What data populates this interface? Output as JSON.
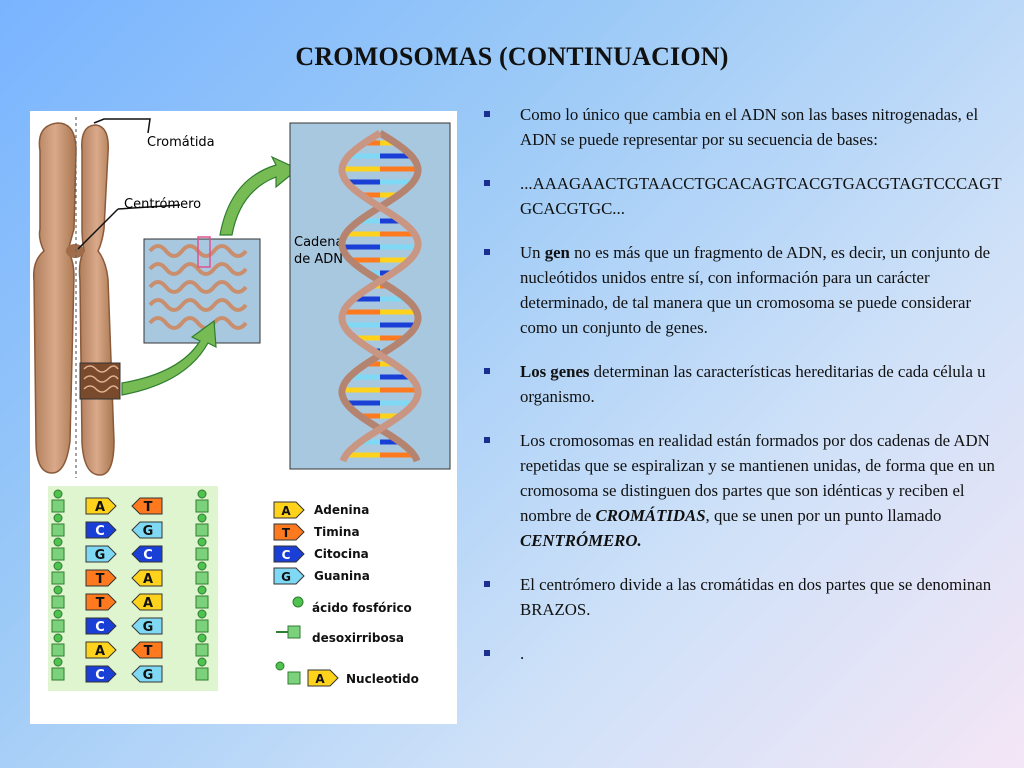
{
  "slide": {
    "title": "CROMOSOMAS (CONTINUACION)"
  },
  "figure": {
    "chromatid_label": "Cromátida",
    "centromere_label": "Centrómero",
    "dna_chain_label_line1": "Cadena",
    "dna_chain_label_line2": "de ADN",
    "legend": {
      "adenine": "Adenina",
      "thymine": "Timina",
      "cytosine": "Citocina",
      "guanine": "Guanina",
      "phosphoric_acid": "ácido fosfórico",
      "deoxyribose": "desoxirribosa",
      "nucleotide": "Nucleotido"
    },
    "base_letters": {
      "A": "A",
      "T": "T",
      "C": "C",
      "G": "G"
    },
    "base_pairs": [
      {
        "left": "A",
        "right": "T"
      },
      {
        "left": "C",
        "right": "G"
      },
      {
        "left": "G",
        "right": "C"
      },
      {
        "left": "T",
        "right": "A"
      },
      {
        "left": "T",
        "right": "A"
      },
      {
        "left": "C",
        "right": "G"
      },
      {
        "left": "A",
        "right": "T"
      },
      {
        "left": "C",
        "right": "G"
      }
    ],
    "colors": {
      "A": "#ffd21c",
      "T": "#ff7a1f",
      "C": "#1a3fd6",
      "G": "#7fd9f5",
      "phosphate": "#4fc24f",
      "sugar": "#7cd17c"
    }
  },
  "bullets": [
    {
      "text": "Como lo único que cambia en el ADN son las bases nitrogenadas, el ADN se puede representar por su secuencia de bases:"
    },
    {
      "text": "...AAAGAACTGTAACCTGCACAGTCACGTGACGTAGTCCCAGTGCACGTGC..."
    },
    {
      "pre": "Un ",
      "bold": "gen",
      "post": " no es más que un fragmento de ADN, es decir, un conjunto de nucleótidos unidos entre sí, con información para un carácter determinado, de tal manera que un cromosoma se puede considerar como un conjunto de genes."
    },
    {
      "bold": "Los genes",
      "post": " determinan las características hereditarias de cada célula u organismo."
    },
    {
      "pre": "Los cromosomas en realidad están formados por dos cadenas de ADN repetidas que se espiralizan y se mantienen unidas, de forma que en un cromosoma se distinguen dos partes que son idénticas y reciben el nombre de ",
      "em1": "CROMÁTIDAS",
      "mid": ", que se unen por un punto llamado ",
      "em2": "CENTRÓMERO."
    },
    {
      "text": "El centrómero divide a las cromátidas en dos partes que se denominan BRAZOS."
    },
    {
      "text": "."
    }
  ]
}
